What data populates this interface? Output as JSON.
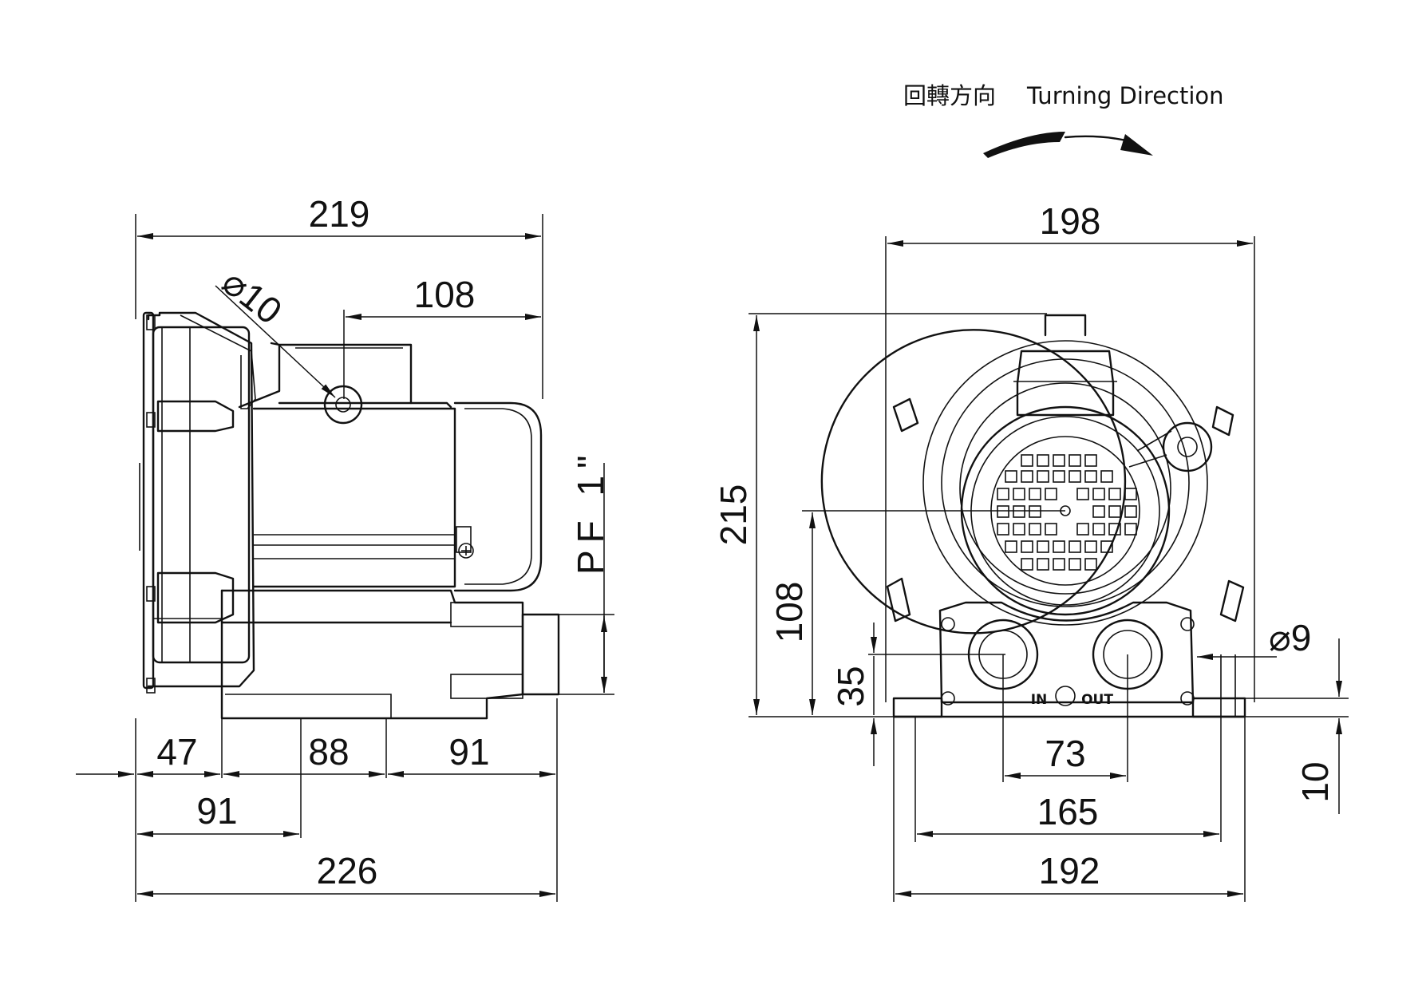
{
  "caption": {
    "chinese": "回轉方向",
    "english": "Turning Direction"
  },
  "side_view": {
    "overall_width_top": "219",
    "hole_diameter": "⌀10",
    "hole_offset": "108",
    "port_thread": "PF 1\"",
    "base_segment_1": "47",
    "base_segment_2": "88",
    "base_segment_3": "91",
    "base_length_lower": "91",
    "overall_width_bottom": "226"
  },
  "front_view": {
    "overall_width_top": "198",
    "overall_height": "215",
    "center_height": "108",
    "port_height": "35",
    "mount_hole_diameter": "⌀9",
    "port_spacing": "73",
    "mount_hole_spacing": "165",
    "base_width": "192",
    "base_thickness": "10",
    "label_in": "IN",
    "label_out": "OUT"
  }
}
